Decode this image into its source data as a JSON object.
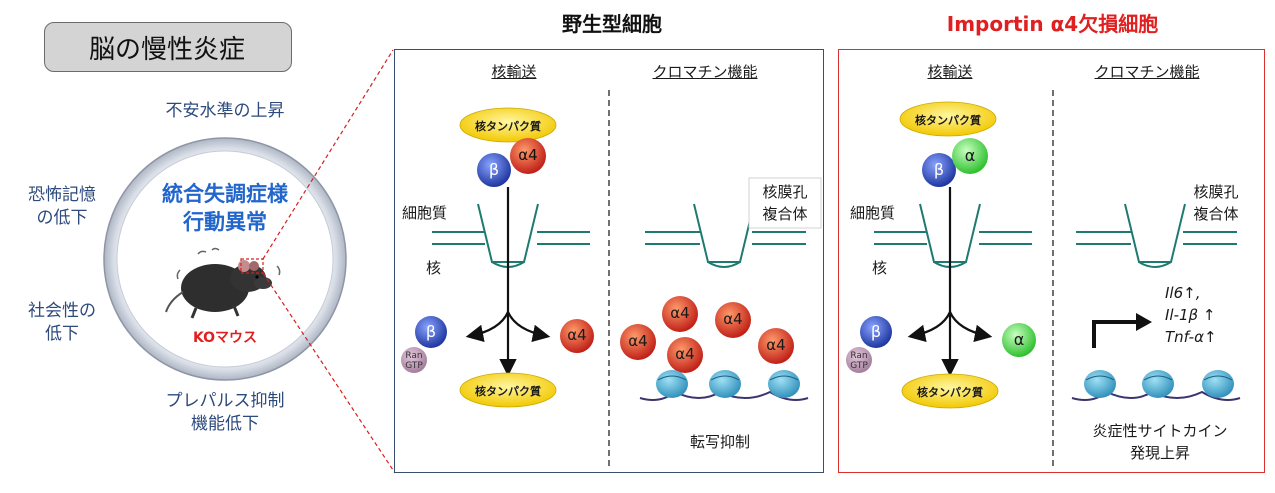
{
  "left": {
    "title": "脳の慢性炎症",
    "top_symptom": "不安水準の上昇",
    "left_symptom_1": [
      "恐怖記憶",
      "の低下"
    ],
    "left_symptom_2": [
      "社会性の",
      "低下"
    ],
    "bottom_symptom": [
      "プレパルス抑制",
      "機能低下"
    ],
    "center_text": [
      "統合失調症様",
      "行動異常"
    ],
    "mouse_label": "KOマウス"
  },
  "wildtype": {
    "title": "野生型細胞",
    "col1_header": "核輸送",
    "col2_header": "クロマチン機能",
    "cargo_top": "核タンパク質",
    "cargo_bottom": "核タンパク質",
    "beta": "β",
    "alpha4": "α4",
    "cytoplasm": "細胞質",
    "nucleus": "核",
    "npc": [
      "核膜孔",
      "複合体"
    ],
    "ran": [
      "Ran",
      "GTP"
    ],
    "chromatin_alphas": [
      "α4",
      "α4",
      "α4",
      "α4",
      "α4"
    ],
    "repression": "転写抑制"
  },
  "ko": {
    "title": "Importin α4欠損細胞",
    "col1_header": "核輸送",
    "col2_header": "クロマチン機能",
    "cargo_top": "核タンパク質",
    "cargo_bottom": "核タンパク質",
    "beta": "β",
    "alpha": "α",
    "cytoplasm": "細胞質",
    "nucleus": "核",
    "npc": [
      "核膜孔",
      "複合体"
    ],
    "ran": [
      "Ran",
      "GTP"
    ],
    "genes": [
      "Il6↑,",
      "Il-1β ↑",
      "Tnf-α↑"
    ],
    "result": [
      "炎症性サイトカイン",
      "発現上昇"
    ]
  },
  "colors": {
    "red_title": "#e02020",
    "panel_border_blue": "#3a4f6e",
    "panel_border_red": "#d93030",
    "beta_blue": "#2f49b0",
    "alpha4_red": "#d8322a",
    "alpha_green": "#3fcf3f",
    "cargo_yellow": "#f6d21e",
    "nucleosome": "#3a9ec4",
    "pore_teal": "#1e7a70"
  }
}
